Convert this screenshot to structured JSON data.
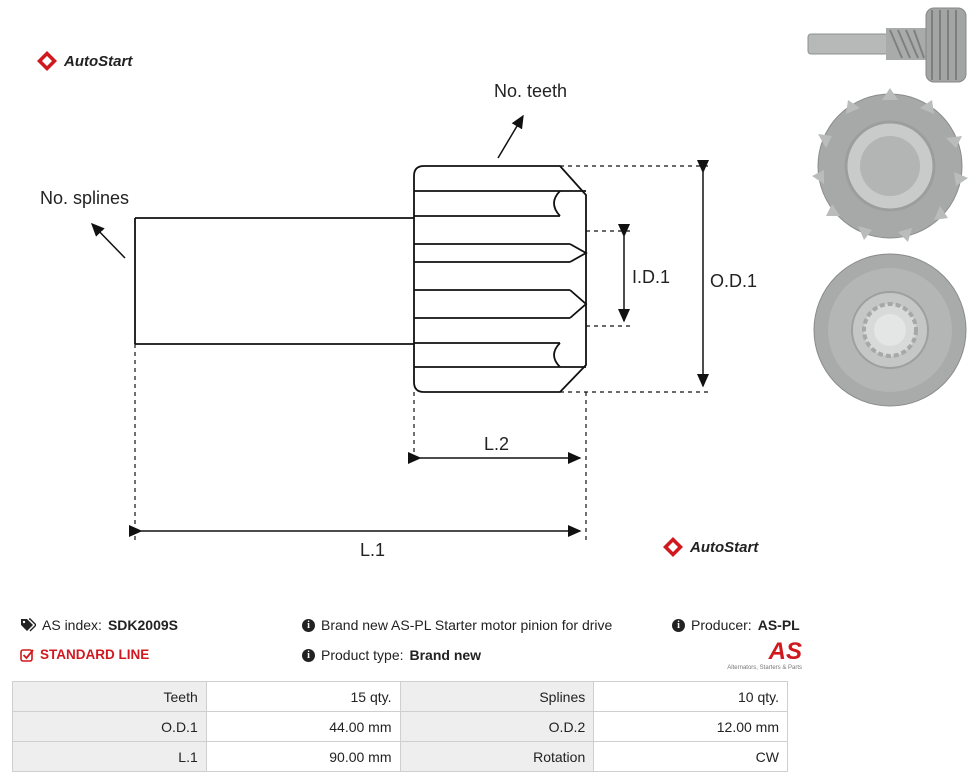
{
  "brand": {
    "name": "AutoStart",
    "accent": "#d0191f"
  },
  "drawing_labels": {
    "no_teeth": "No. teeth",
    "no_splines": "No. splines",
    "id1": "I.D.1",
    "od1": "O.D.1",
    "l2": "L.2",
    "l1": "L.1"
  },
  "info": {
    "as_index_label": "AS index:",
    "as_index_value": "SDK2009S",
    "line": "STANDARD LINE",
    "description": "Brand new AS-PL Starter motor pinion for drive",
    "product_type_label": "Product type:",
    "product_type_value": "Brand new",
    "producer_label": "Producer:",
    "producer_value": "AS-PL",
    "producer_logo_mark": "AS",
    "producer_logo_tagline": "Alternators, Starters & Parts"
  },
  "specs": [
    {
      "label_a": "Teeth",
      "value_a": "15 qty.",
      "label_b": "Splines",
      "value_b": "10 qty."
    },
    {
      "label_a": "O.D.1",
      "value_a": "44.00 mm",
      "label_b": "O.D.2",
      "value_b": "12.00 mm"
    },
    {
      "label_a": "L.1",
      "value_a": "90.00 mm",
      "label_b": "Rotation",
      "value_b": "CW"
    }
  ]
}
